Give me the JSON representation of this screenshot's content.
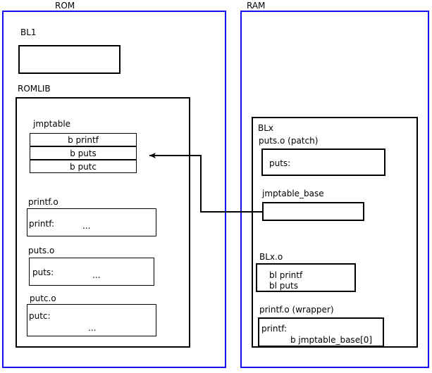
{
  "diagram": {
    "title_rom": "ROM",
    "title_ram": "RAM",
    "accent_region_color": "#1410f0",
    "line_color": "#000000",
    "background": "#ffffff"
  },
  "rom": {
    "label": "ROM",
    "bl1": {
      "label": "BL1",
      "body": ""
    },
    "romlib": {
      "label": "ROMLIB",
      "jmptable": {
        "label": "jmptable",
        "rows": [
          {
            "text": "b printf"
          },
          {
            "text": "b puts"
          },
          {
            "text": "b putc"
          }
        ]
      },
      "objects": [
        {
          "label": "printf.o",
          "symbol": "printf:",
          "ellipsis": "..."
        },
        {
          "label": "puts.o",
          "symbol": "puts:",
          "ellipsis": "..."
        },
        {
          "label": "putc.o",
          "symbol": "putc:",
          "ellipsis": "..."
        }
      ]
    }
  },
  "ram": {
    "label": "RAM",
    "blx": {
      "label": "BLx",
      "puts_patch": {
        "label": "puts.o (patch)",
        "symbol": "puts:"
      },
      "jmptable_base": {
        "label": "jmptable_base",
        "body": ""
      },
      "blx_o": {
        "label": "BLx.o",
        "line1": "bl printf",
        "line2": "bl puts"
      },
      "printf_wrapper": {
        "label": "printf.o (wrapper)",
        "symbol": "printf:",
        "branch": "b jmptable_base[0]"
      }
    }
  },
  "connector": {
    "name": "jmptable-base-to-b-puts-arrow",
    "description": "arrow from jmptable_base in RAM to the 'b puts' entry of jmptable in ROM"
  }
}
